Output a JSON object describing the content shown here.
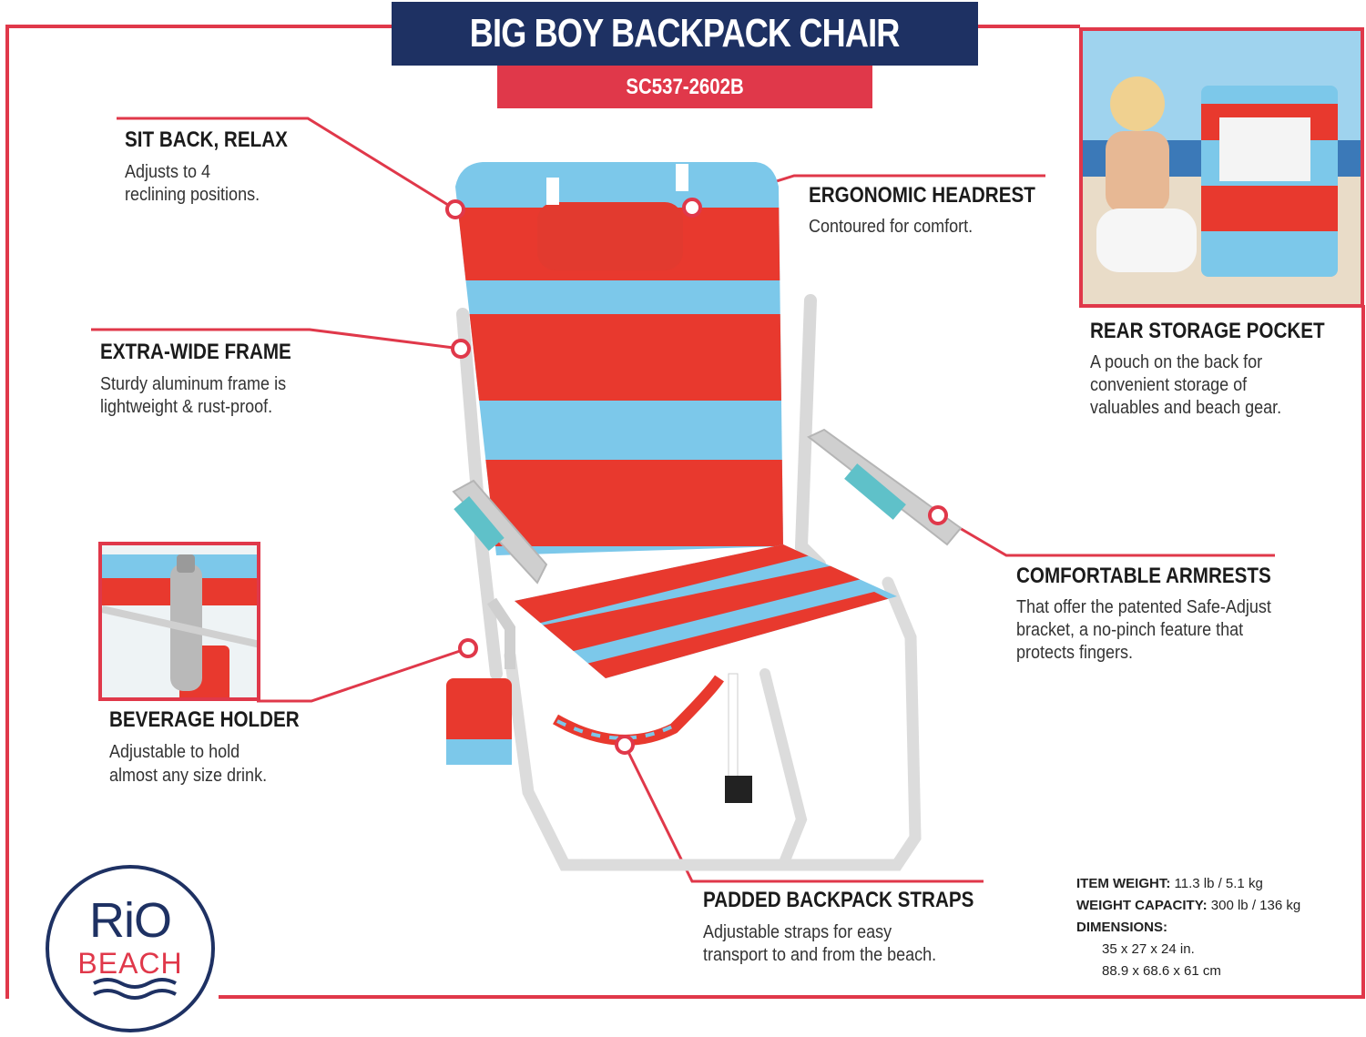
{
  "header": {
    "title": "BIG BOY BACKPACK CHAIR",
    "sku": "SC537-2602B"
  },
  "features": {
    "sit_back": {
      "title": "SIT BACK, RELAX",
      "desc": [
        "Adjusts to 4",
        "reclining positions."
      ]
    },
    "frame": {
      "title": "EXTRA-WIDE FRAME",
      "desc": [
        "Sturdy aluminum frame is",
        "lightweight & rust-proof."
      ]
    },
    "beverage": {
      "title": "BEVERAGE HOLDER",
      "desc": [
        "Adjustable to hold",
        "almost any size drink."
      ]
    },
    "headrest": {
      "title": "ERGONOMIC HEADREST",
      "desc": [
        "Contoured for comfort."
      ]
    },
    "storage": {
      "title": "REAR STORAGE POCKET",
      "desc": [
        "A pouch on the back for",
        "convenient storage of",
        "valuables and beach gear."
      ]
    },
    "armrests": {
      "title": "COMFORTABLE ARMRESTS",
      "desc": [
        "That offer the patented Safe-Adjust",
        "bracket, a no-pinch feature that",
        "protects fingers."
      ]
    },
    "straps": {
      "title": "PADDED BACKPACK STRAPS",
      "desc": [
        "Adjustable straps for easy",
        "transport to and from the beach."
      ]
    }
  },
  "specs": {
    "weight_label": "ITEM WEIGHT:",
    "weight_value": "11.3 lb / 5.1 kg",
    "capacity_label": "WEIGHT CAPACITY:",
    "capacity_value": "300 lb / 136 kg",
    "dimensions_label": "DIMENSIONS:",
    "dim_in": "35 x 27 x 24  in.",
    "dim_cm": "88.9 x 68.6 x 61 cm"
  },
  "logo": {
    "line1": "RiO",
    "line2": "BEACH"
  },
  "colors": {
    "navy": "#1e3163",
    "accent_red": "#e0384a",
    "stripe_red": "#e8392e",
    "stripe_blue": "#7cc8ea"
  }
}
